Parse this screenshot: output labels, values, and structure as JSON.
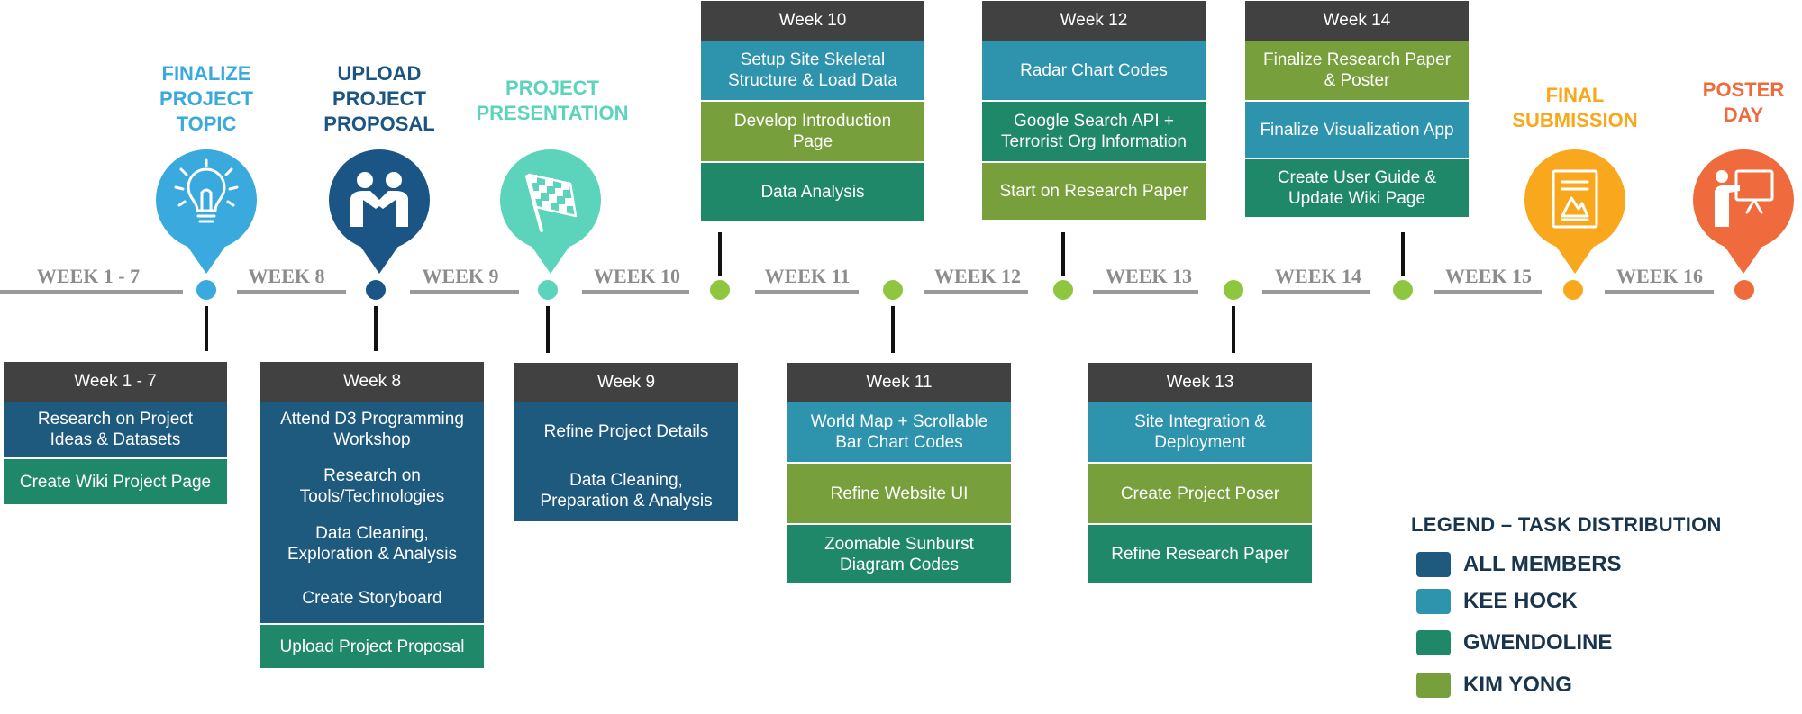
{
  "colors": {
    "all_members": "#1e5a7e",
    "kee_hock": "#2e93ad",
    "gwendoline": "#1f8868",
    "kim_yong": "#77a03c",
    "header": "#414141",
    "week_line": "#9a9a9a",
    "week_text": "#8c8c8c",
    "connector": "#111111",
    "sky": "#3aa9dd",
    "navy": "#1a5586",
    "mint": "#5cd3bb",
    "gold": "#f9a81e",
    "coral": "#ef6b3e",
    "green_dot": "#8ec63f"
  },
  "week_segments": [
    "WEEK 1 - 7",
    "WEEK 8",
    "WEEK 9",
    "WEEK 10",
    "WEEK 11",
    "WEEK 12",
    "WEEK 13",
    "WEEK 14",
    "WEEK 15",
    "WEEK 16"
  ],
  "milestones": [
    {
      "title_lines": [
        "FINALIZE",
        "PROJECT",
        "TOPIC"
      ],
      "color": "sky",
      "icon": "lightbulb-icon"
    },
    {
      "title_lines": [
        "UPLOAD",
        "PROJECT",
        "PROPOSAL"
      ],
      "color": "navy",
      "icon": "handshake-icon"
    },
    {
      "title_lines": [
        "PROJECT",
        "PRESENTATION"
      ],
      "color": "mint",
      "icon": "checkered-flag-icon"
    },
    {
      "title_lines": [
        "FINAL",
        "SUBMISSION"
      ],
      "color": "gold",
      "icon": "document-icon"
    },
    {
      "title_lines": [
        "POSTER",
        "DAY"
      ],
      "color": "coral",
      "icon": "presenter-icon"
    }
  ],
  "task_boxes": [
    {
      "header": "Week 1 - 7",
      "tasks": [
        {
          "text": "Research on Project Ideas & Datasets",
          "owner": "all_members"
        },
        {
          "text": "Create Wiki Project Page",
          "owner": "gwendoline"
        }
      ]
    },
    {
      "header": "Week 8",
      "tasks": [
        {
          "text": "Attend D3 Programming Workshop",
          "owner": "all_members"
        },
        {
          "text": "Research on Tools/Technologies",
          "owner": "all_members"
        },
        {
          "text": "Data Cleaning, Exploration & Analysis",
          "owner": "all_members"
        },
        {
          "text": "Create Storyboard",
          "owner": "all_members"
        },
        {
          "text": "Upload Project Proposal",
          "owner": "gwendoline"
        }
      ]
    },
    {
      "header": "Week 9",
      "tasks": [
        {
          "text": "Refine Project Details",
          "owner": "all_members"
        },
        {
          "text": "Data Cleaning, Preparation & Analysis",
          "owner": "all_members"
        }
      ]
    },
    {
      "header": "Week 10",
      "tasks": [
        {
          "text": "Setup Site Skeletal Structure & Load Data",
          "owner": "kee_hock"
        },
        {
          "text": "Develop Introduction Page",
          "owner": "kim_yong"
        },
        {
          "text": "Data Analysis",
          "owner": "gwendoline"
        }
      ]
    },
    {
      "header": "Week 11",
      "tasks": [
        {
          "text": "World Map + Scrollable Bar Chart Codes",
          "owner": "kee_hock"
        },
        {
          "text": "Refine Website UI",
          "owner": "kim_yong"
        },
        {
          "text": "Zoomable Sunburst Diagram Codes",
          "owner": "gwendoline"
        }
      ]
    },
    {
      "header": "Week 12",
      "tasks": [
        {
          "text": "Radar Chart Codes",
          "owner": "kee_hock"
        },
        {
          "text": "Google Search API + Terrorist Org Information",
          "owner": "gwendoline"
        },
        {
          "text": "Start on Research Paper",
          "owner": "kim_yong"
        }
      ]
    },
    {
      "header": "Week 13",
      "tasks": [
        {
          "text": "Site Integration & Deployment",
          "owner": "kee_hock"
        },
        {
          "text": "Create Project Poser",
          "owner": "kim_yong"
        },
        {
          "text": "Refine Research Paper",
          "owner": "gwendoline"
        }
      ]
    },
    {
      "header": "Week 14",
      "tasks": [
        {
          "text": "Finalize Research Paper & Poster",
          "owner": "kim_yong"
        },
        {
          "text": "Finalize Visualization App",
          "owner": "kee_hock"
        },
        {
          "text": "Create User Guide & Update Wiki Page",
          "owner": "gwendoline"
        }
      ]
    }
  ],
  "legend": {
    "title": "LEGEND – TASK DISTRIBUTION",
    "items": [
      {
        "label": "ALL MEMBERS",
        "owner": "all_members"
      },
      {
        "label": "KEE HOCK",
        "owner": "kee_hock"
      },
      {
        "label": "GWENDOLINE",
        "owner": "gwendoline"
      },
      {
        "label": "KIM YONG",
        "owner": "kim_yong"
      }
    ]
  }
}
